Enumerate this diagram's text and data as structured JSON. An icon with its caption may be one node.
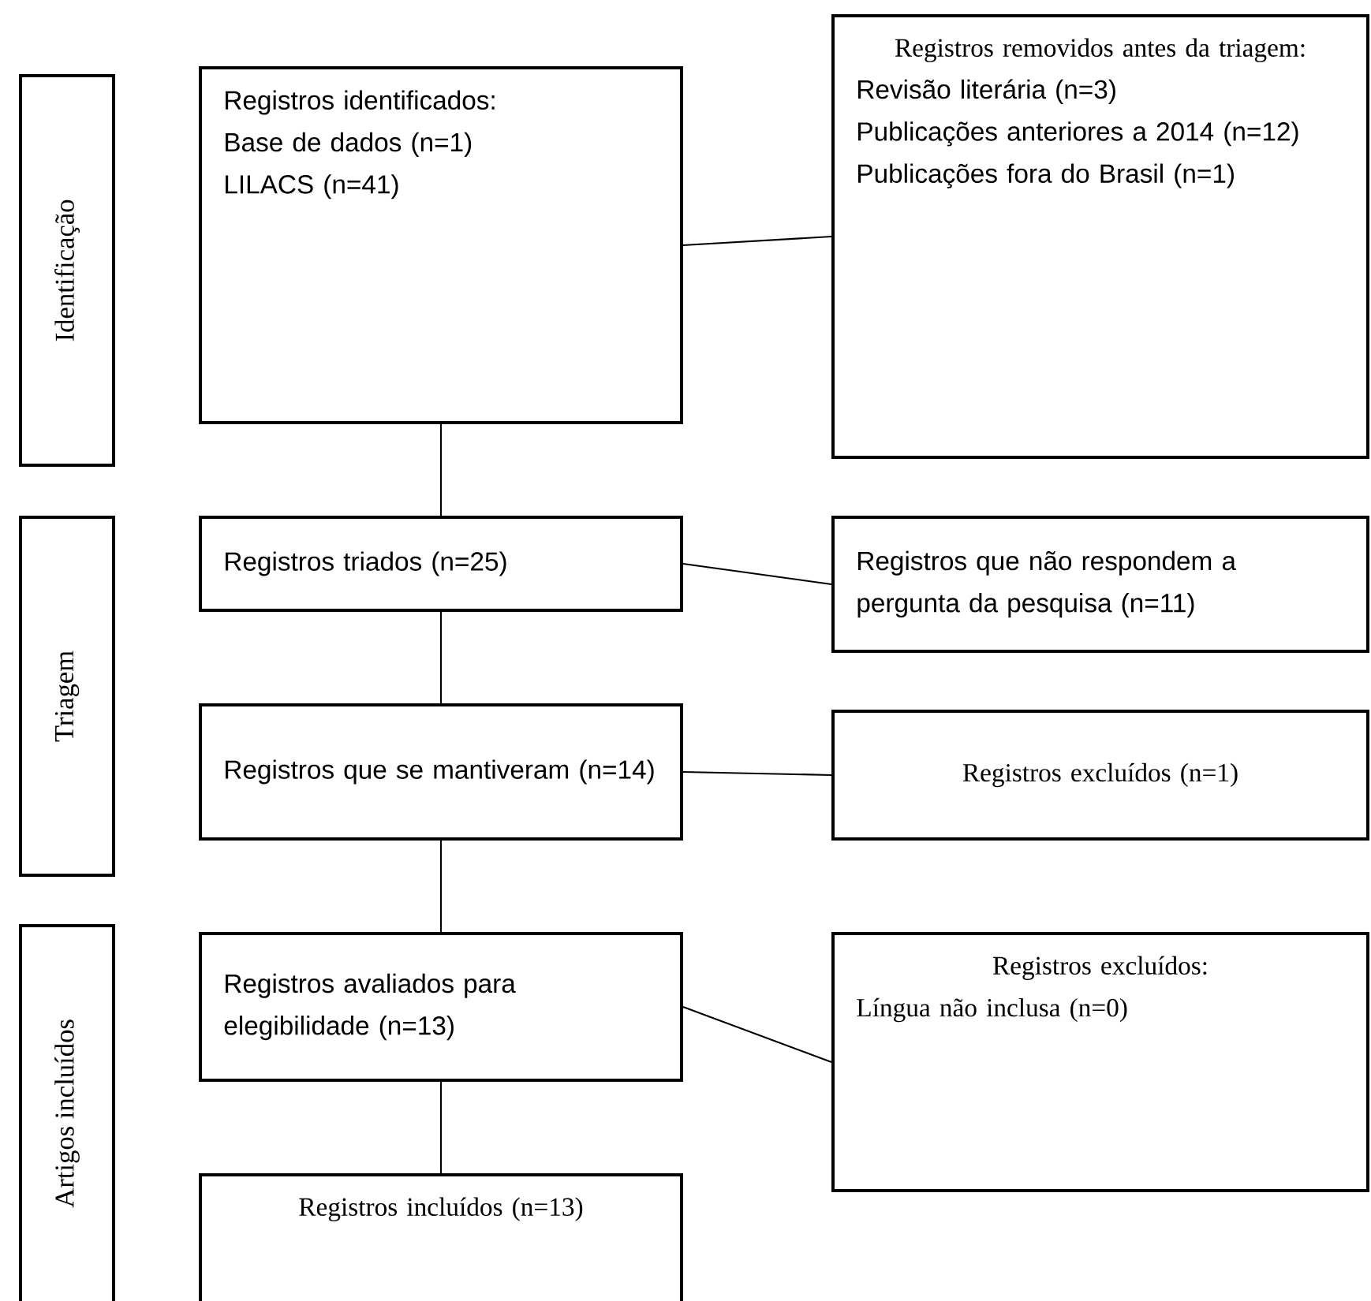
{
  "diagram": {
    "nodes": [
      {
        "text": [
          "Identificação"
        ]
      },
      {
        "text": [
          "Registros identificados:",
          "Base de dados (n=1)",
          "LILACS (n=41)"
        ]
      },
      {
        "text": [
          "Registros removidos antes da triagem:",
          "Revisão literária (n=3)",
          "Publicações anteriores a 2014 (n=12)",
          "Publicações fora do Brasil (n=1)"
        ]
      },
      {
        "text": [
          "Triagem"
        ]
      },
      {
        "text": [
          "Registros triados (n=25)"
        ]
      },
      {
        "text": [
          "Registros que não respondem a pergunta da pesquisa (n=11)"
        ]
      },
      {
        "text": [
          "Registros que se mantiveram (n=14)"
        ]
      },
      {
        "text": [
          "Registros excluídos (n=1)"
        ]
      },
      {
        "text": [
          "Artigos incluídos"
        ]
      },
      {
        "text": [
          "Registros avaliados para elegibilidade (n=13)"
        ]
      },
      {
        "text": [
          "Registros excluídos:",
          "Língua não inclusa (n=0)"
        ]
      },
      {
        "text": [
          "Registros incluídos (n=13)"
        ]
      }
    ],
    "edges": [
      {
        "from": 1,
        "to": 2,
        "arrow": "none"
      },
      {
        "from": 1,
        "to": 4,
        "arrow": "none"
      },
      {
        "from": 4,
        "to": 5,
        "arrow": "none"
      },
      {
        "from": 4,
        "to": 6,
        "arrow": "none"
      },
      {
        "from": 6,
        "to": 7,
        "arrow": "none"
      },
      {
        "from": 6,
        "to": 9,
        "arrow": "none"
      },
      {
        "from": 9,
        "to": 10,
        "arrow": "none"
      },
      {
        "from": 9,
        "to": 11,
        "arrow": "none"
      }
    ]
  }
}
